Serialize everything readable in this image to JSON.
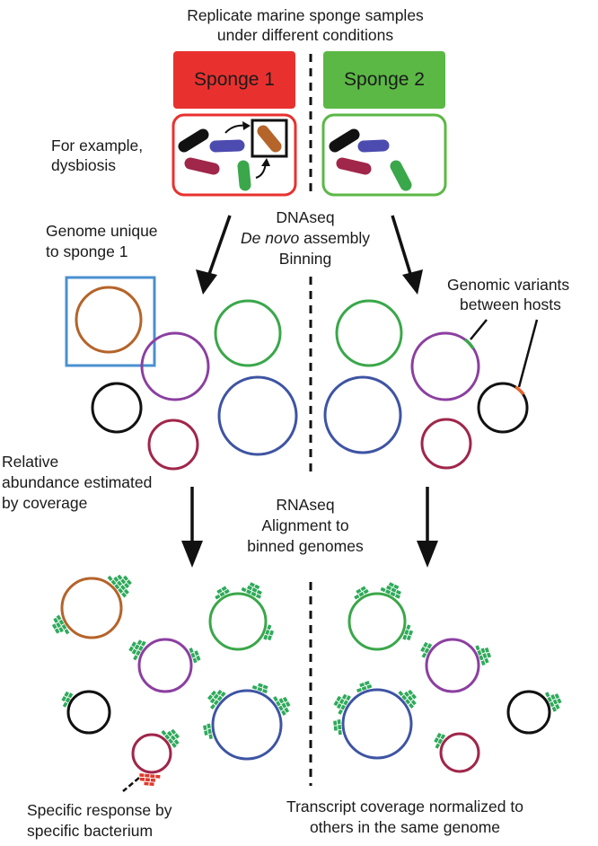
{
  "header": {
    "line1": "Replicate marine sponge samples",
    "line2": "under different conditions"
  },
  "sponges": {
    "sponge1": {
      "label": "Sponge 1",
      "color": "#e8312f"
    },
    "sponge2": {
      "label": "Sponge 2",
      "color": "#5bb845"
    }
  },
  "labels": {
    "example_line1": "For example,",
    "example_line2": "dysbiosis",
    "unique_line1": "Genome unique",
    "unique_line2": "to sponge 1",
    "dnaseq_line1": "DNAseq",
    "dnaseq_line2_italic": "De novo",
    "dnaseq_line2_rest": " assembly",
    "dnaseq_line3": "Binning",
    "variants_line1": "Genomic variants",
    "variants_line2": "between hosts",
    "abundance_line1": "Relative",
    "abundance_line2": "abundance estimated",
    "abundance_line3": "by coverage",
    "rnaseq_line1": "RNAseq",
    "rnaseq_line2": "Alignment to",
    "rnaseq_line3": "binned genomes",
    "specific_line1": "Specific response by",
    "specific_line2": "specific bacterium",
    "transcript_line1": "Transcript coverage normalized to",
    "transcript_line2": "others in the same genome"
  },
  "colors": {
    "brown": "#b5642a",
    "purple": "#8b3fa0",
    "green": "#3aa74a",
    "blue": "#3e54a3",
    "black": "#111111",
    "maroon": "#a0264a",
    "indigo": "#4c4bb0",
    "read_green": "#2eaa5a",
    "read_red": "#e0392b",
    "highlight_blue": "#4a90d0",
    "variant_orange": "#e8612c"
  }
}
